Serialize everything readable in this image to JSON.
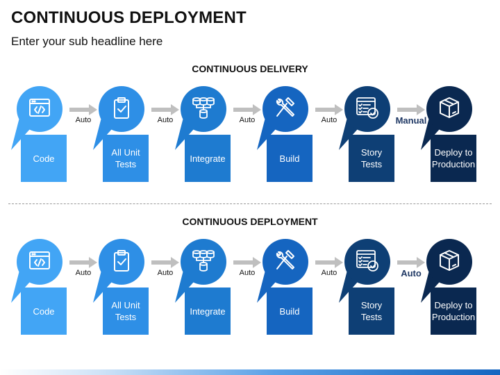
{
  "title": "CONTINUOUS DEPLOYMENT",
  "subtitle": "Enter your sub headline here",
  "colors": {
    "step1": "#42a5f5",
    "step2": "#2e8fe6",
    "step3": "#1e7bd0",
    "step4": "#1565c0",
    "step5": "#0e3f75",
    "step6": "#0a2850",
    "arrow": "#bfbfbf",
    "special_label": "#1f3864"
  },
  "sections": [
    {
      "heading": "CONTINUOUS DELIVERY",
      "steps": [
        {
          "label": "Code",
          "icon": "code-window-icon"
        },
        {
          "label": "All Unit\nTests",
          "icon": "clipboard-check-icon"
        },
        {
          "label": "Integrate",
          "icon": "database-merge-icon"
        },
        {
          "label": "Build",
          "icon": "tools-icon"
        },
        {
          "label": "Story\nTests",
          "icon": "checklist-window-icon"
        },
        {
          "label": "Deploy to\nProduction",
          "icon": "package-box-icon"
        }
      ],
      "connectors": [
        "Auto",
        "Auto",
        "Auto",
        "Auto",
        "Manual"
      ]
    },
    {
      "heading": "CONTINUOUS DEPLOYMENT",
      "steps": [
        {
          "label": "Code",
          "icon": "code-window-icon"
        },
        {
          "label": "All Unit\nTests",
          "icon": "clipboard-check-icon"
        },
        {
          "label": "Integrate",
          "icon": "database-merge-icon"
        },
        {
          "label": "Build",
          "icon": "tools-icon"
        },
        {
          "label": "Story\nTests",
          "icon": "checklist-window-icon"
        },
        {
          "label": "Deploy to\nProduction",
          "icon": "package-box-icon"
        }
      ],
      "connectors": [
        "Auto",
        "Auto",
        "Auto",
        "Auto",
        "Auto"
      ]
    }
  ]
}
